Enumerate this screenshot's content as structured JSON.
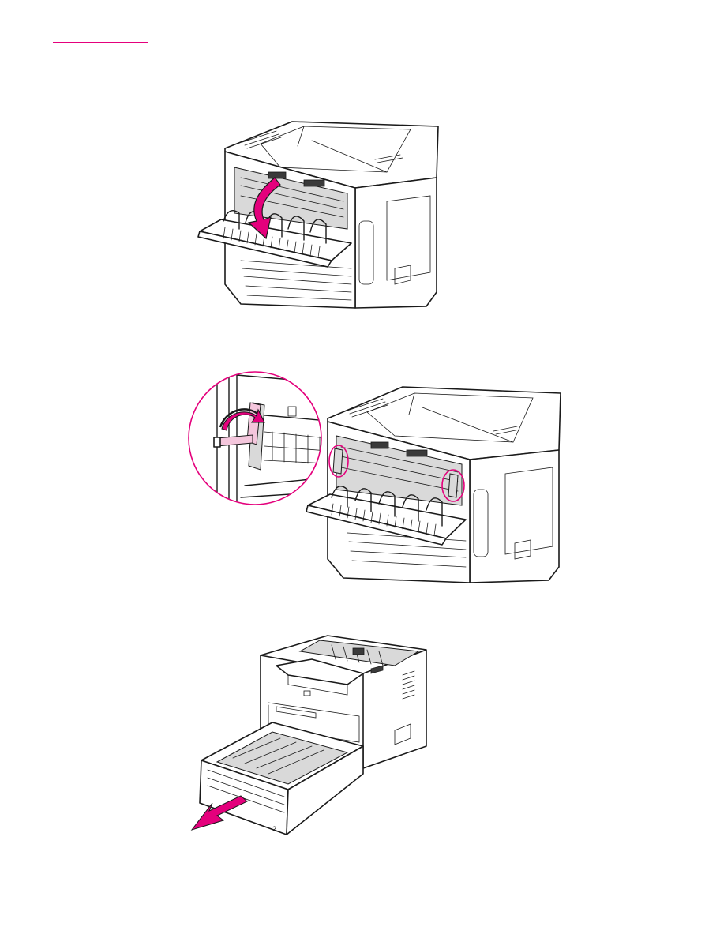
{
  "colors": {
    "accent": "#e4007c",
    "line": "#1a1a1a",
    "paper": "#ffffff"
  },
  "figures": [
    {
      "name": "rear-door-open-illustration",
      "icon": "printer-rear-door-open-icon",
      "arrow": "curved-down-arrow"
    },
    {
      "name": "release-levers-illustration",
      "icon": "printer-pressure-release-levers-icon",
      "arrow": "curved-rotate-arrow",
      "callouts": 2
    },
    {
      "name": "tray-removal-illustration",
      "icon": "printer-tray-pull-out-icon",
      "arrow": "straight-pull-arrow",
      "tray_label": "2"
    }
  ]
}
